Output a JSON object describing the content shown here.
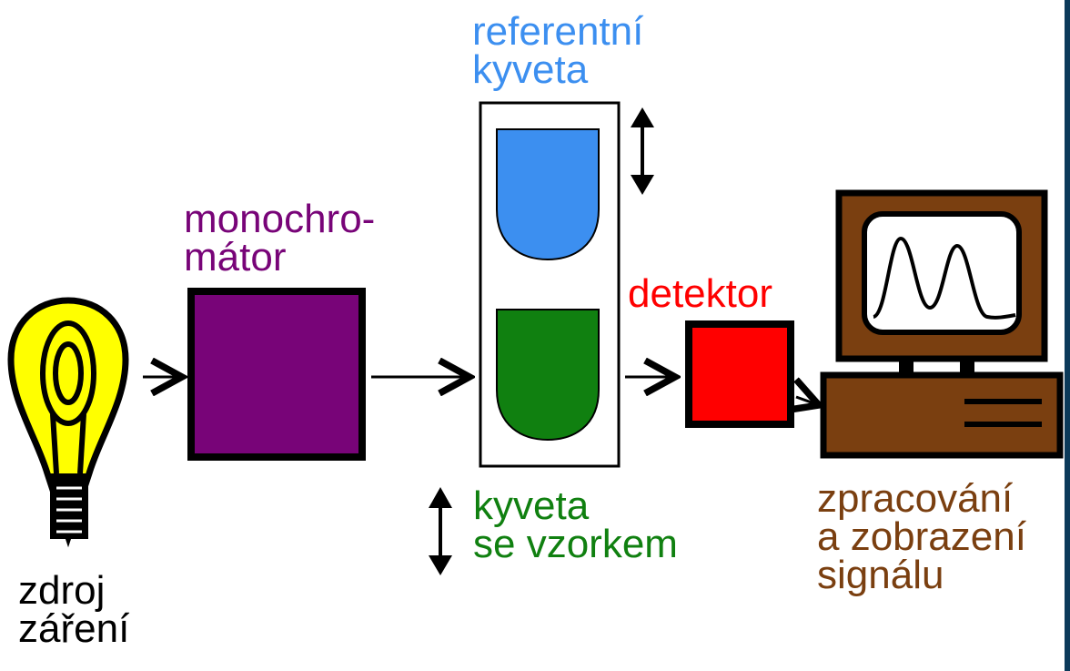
{
  "colors": {
    "reference": "#3c8ff0",
    "sample": "#108010",
    "monochromator": "#780478",
    "detector": "#ff0000",
    "computer": "#7a3f10",
    "bulb": "#ffff00",
    "line": "#000000"
  },
  "labels": {
    "reference": [
      "referentní",
      "kyveta"
    ],
    "monochromator": [
      "monochro-",
      "mátor"
    ],
    "detector": "detektor",
    "sample": [
      "kyveta",
      "se vzorkem"
    ],
    "processing": [
      "zpracování",
      "a zobrazení",
      "signálu"
    ],
    "source": [
      "zdroj",
      "záření"
    ]
  }
}
